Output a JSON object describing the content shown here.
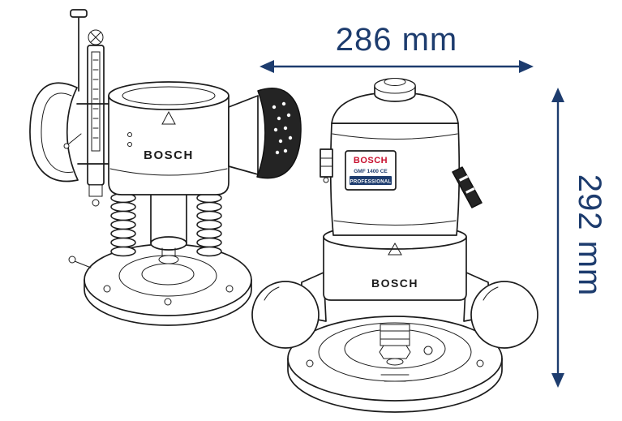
{
  "figure": {
    "type": "product-dimension-diagram",
    "dimensions": {
      "width": {
        "label": "286 mm"
      },
      "height": {
        "label": "292 mm"
      }
    },
    "plunge_router": {
      "brand": "BOSCH"
    },
    "fixed_router": {
      "plate_brand": "BOSCH",
      "plate_model": "GMF 1400 CE",
      "plate_series": "PROFESSIONAL",
      "body_brand": "BOSCH"
    },
    "colors": {
      "dimension_text": "#1d3c6e",
      "line_art": "#1c1c1c",
      "bosch_red": "#c8102e",
      "professional_blue": "#1d3c6e"
    }
  }
}
